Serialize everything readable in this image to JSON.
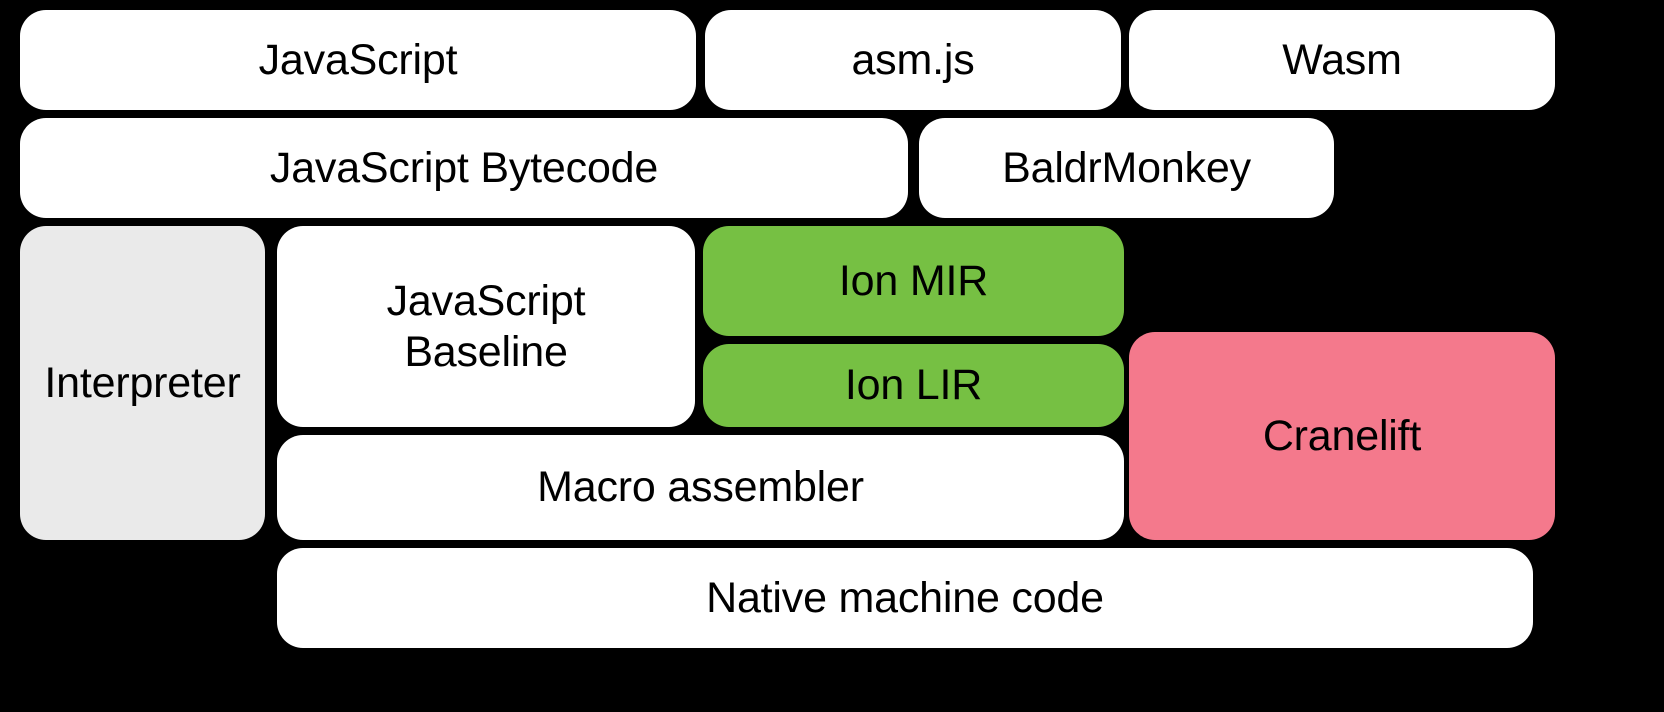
{
  "diagram": {
    "title": "SpiderMonkey JavaScript and WebAssembly compilation pipeline",
    "type": "layered-block-diagram",
    "background_color": "#000000",
    "palette": {
      "white": "#ffffff",
      "gray": "#eaeaea",
      "green": "#76c043",
      "pink": "#f4798c",
      "text": "#000000"
    },
    "rows": [
      {
        "name": "source-languages",
        "boxes": [
          {
            "label": "JavaScript",
            "color": "white"
          },
          {
            "label": "asm.js",
            "color": "white"
          },
          {
            "label": "Wasm",
            "color": "white"
          }
        ]
      },
      {
        "name": "intermediate-representations",
        "boxes": [
          {
            "label": "JavaScript Bytecode",
            "color": "white"
          },
          {
            "label": "BaldrMonkey",
            "color": "white"
          }
        ]
      },
      {
        "name": "execution-tiers",
        "boxes": [
          {
            "label": "Interpreter",
            "color": "gray"
          },
          {
            "label": "JavaScript\nBaseline",
            "color": "white"
          },
          {
            "label": "Ion MIR",
            "color": "green"
          },
          {
            "label": "Ion LIR",
            "color": "green"
          },
          {
            "label": "Cranelift",
            "color": "pink"
          },
          {
            "label": "Macro assembler",
            "color": "white"
          }
        ]
      },
      {
        "name": "output",
        "boxes": [
          {
            "label": "Native machine code",
            "color": "white"
          }
        ]
      }
    ]
  }
}
